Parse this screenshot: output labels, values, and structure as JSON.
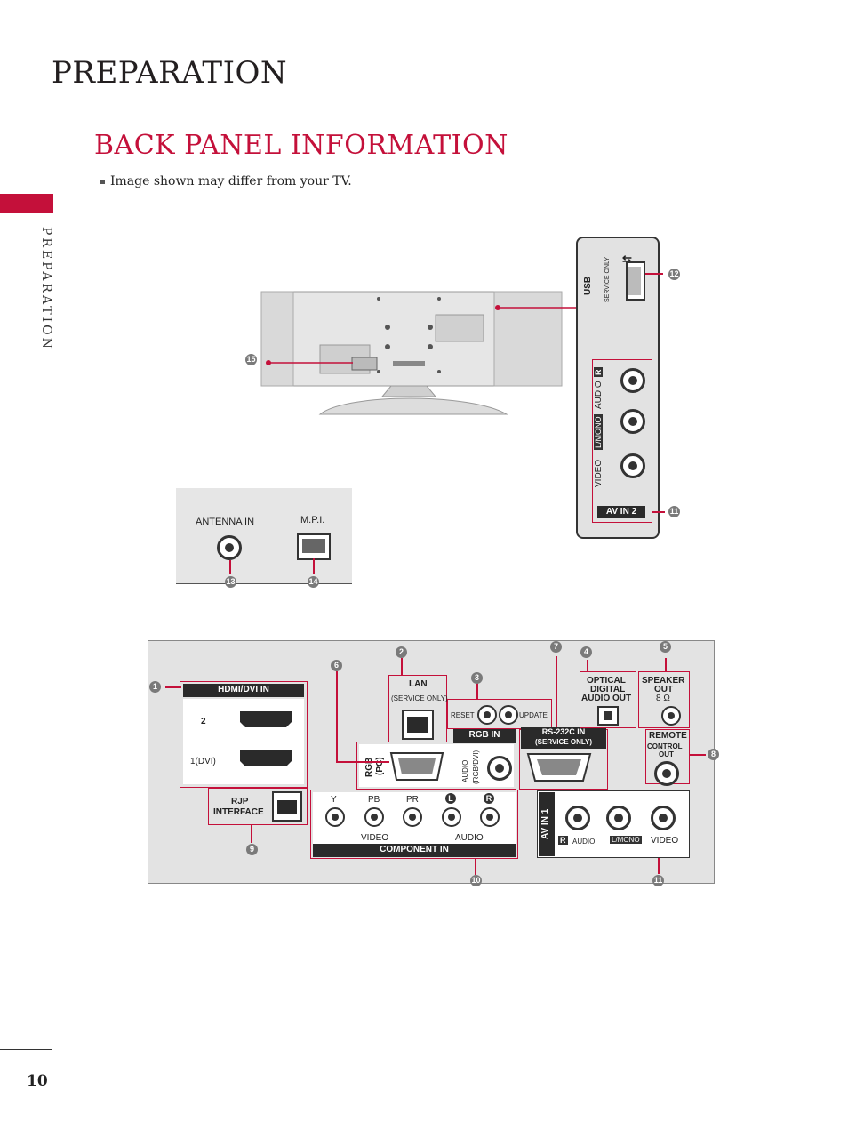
{
  "page": {
    "header_title": "PREPARATION",
    "side_label": "PREPARATION",
    "section_title": "BACK PANEL INFORMATION",
    "note": "Image shown may differ from your TV.",
    "page_number": "10"
  },
  "callouts": {
    "c1": "1",
    "c2": "2",
    "c3": "3",
    "c4": "4",
    "c5": "5",
    "c6": "6",
    "c7": "7",
    "c8": "8",
    "c9": "9",
    "c10": "10",
    "c11a": "11",
    "c11b": "11",
    "c12": "12",
    "c13": "13",
    "c14": "14",
    "c15": "15"
  },
  "side_panel": {
    "usb": "USB",
    "usb_service": "SERVICE ONLY",
    "video": "VIDEO",
    "mono": "L/MONO",
    "audio": "AUDIO",
    "r": "R",
    "av_in2": "AV IN 2"
  },
  "antenna_panel": {
    "antenna_in": "ANTENNA IN",
    "mpi": "M.P.I."
  },
  "back_panel": {
    "hdmi_title": "HDMI/DVI IN",
    "hdmi_2": "2",
    "hdmi_1": "1(DVI)",
    "rjp": "RJP",
    "rjp_interface": "INTERFACE",
    "lan": "LAN",
    "lan_service": "(SERVICE ONLY)",
    "reset": "RESET",
    "update": "UPDATE",
    "rgb_in": "RGB IN",
    "rgb": "RGB",
    "pc": "(PC)",
    "audio": "AUDIO",
    "rgb_dvi": "(RGB/DVI)",
    "rs232": "RS-232C IN",
    "rs232_service": "(SERVICE ONLY)",
    "optical_1": "OPTICAL",
    "optical_2": "DIGITAL",
    "optical_3": "AUDIO OUT",
    "speaker_1": "SPEAKER",
    "speaker_2": "OUT",
    "speaker_3": "8 Ω",
    "remote_1": "REMOTE",
    "remote_2": "CONTROL",
    "remote_3": "OUT",
    "comp_y": "Y",
    "comp_pb": "PB",
    "comp_pr": "PR",
    "comp_l": "L",
    "comp_r": "R",
    "comp_video": "VIDEO",
    "comp_audio": "AUDIO",
    "component_in": "COMPONENT IN",
    "av_in1": "AV IN 1",
    "av1_r": "R",
    "av1_audio": "AUDIO",
    "av1_mono": "L/MONO",
    "av1_video": "VIDEO"
  }
}
